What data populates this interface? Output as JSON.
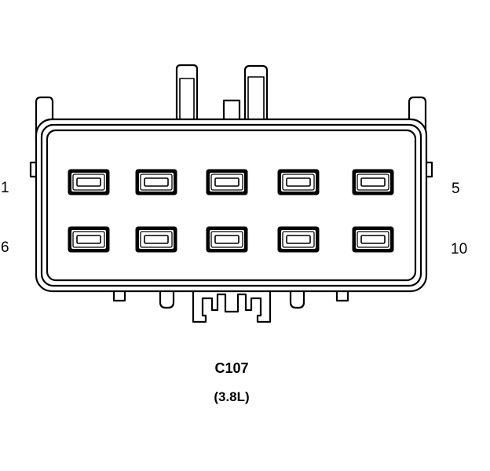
{
  "connector": {
    "id": "C107",
    "engine": "(3.8L)",
    "line_color": "#000000",
    "fill_color": "#ffffff"
  },
  "pin_labels": {
    "top_left": "1",
    "top_right": "5",
    "bottom_left": "6",
    "bottom_right": "10"
  },
  "cavities": {
    "rows": 2,
    "columns": 5,
    "pins": [
      1,
      2,
      3,
      4,
      5,
      6,
      7,
      8,
      9,
      10
    ]
  }
}
